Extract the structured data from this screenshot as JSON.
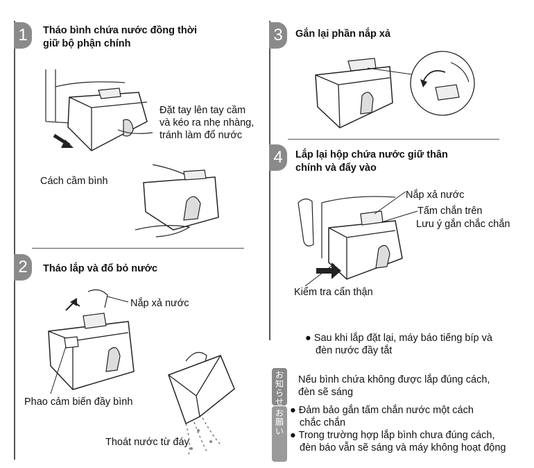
{
  "step1": {
    "number": "1",
    "title_line1": "Tháo bình chứa nước đồng thời",
    "title_line2": "giữ bộ phận chính",
    "instruction": [
      "Đặt tay lên tay cầm",
      "và kéo ra nhẹ nhàng,",
      "tránh làm đổ nước"
    ],
    "hold_label": "Cách cầm bình"
  },
  "step2": {
    "number": "2",
    "title": "Tháo lắp và đổ bỏ nước",
    "cap_label": "Nắp xả nước",
    "float_label": "Phao cảm biến đầy bình",
    "drain_label": "Thoát nước từ đáy"
  },
  "step3": {
    "number": "3",
    "title": "Gắn lại phần nắp xả"
  },
  "step4": {
    "number": "4",
    "title_line1": "Lắp lại hộp chứa nước giữ thân",
    "title_line2": "chính và đẩy vào",
    "cap_label": "Nắp xả nước",
    "plate_label": "Tấm chắn trên",
    "attach_label": "Lưu ý gắn chắc chắn",
    "check_label": "Kiểm tra cẩn thận"
  },
  "notes": {
    "after_install": [
      "Sau khi lắp đặt lại, máy báo tiếng bíp và",
      "đèn nước đầy tắt"
    ],
    "info_tag": "お知らせ",
    "info_text": [
      "Nếu bình chứa không được lắp đúng cách,",
      "đèn sẽ sáng"
    ],
    "request_tag": "お願い",
    "request_items": [
      [
        "Đảm bảo gắn tấm chắn nước một cách",
        "chắc chắn"
      ],
      [
        "Trong trường hợp lắp bình chưa đúng cách,",
        "đèn báo vẫn sẽ sáng và máy không hoạt động"
      ]
    ]
  },
  "colors": {
    "step_badge": "#8a8a8a",
    "rule": "#555555",
    "info_tag": "#8a8a8a",
    "request_tag": "#9a9a9a"
  }
}
